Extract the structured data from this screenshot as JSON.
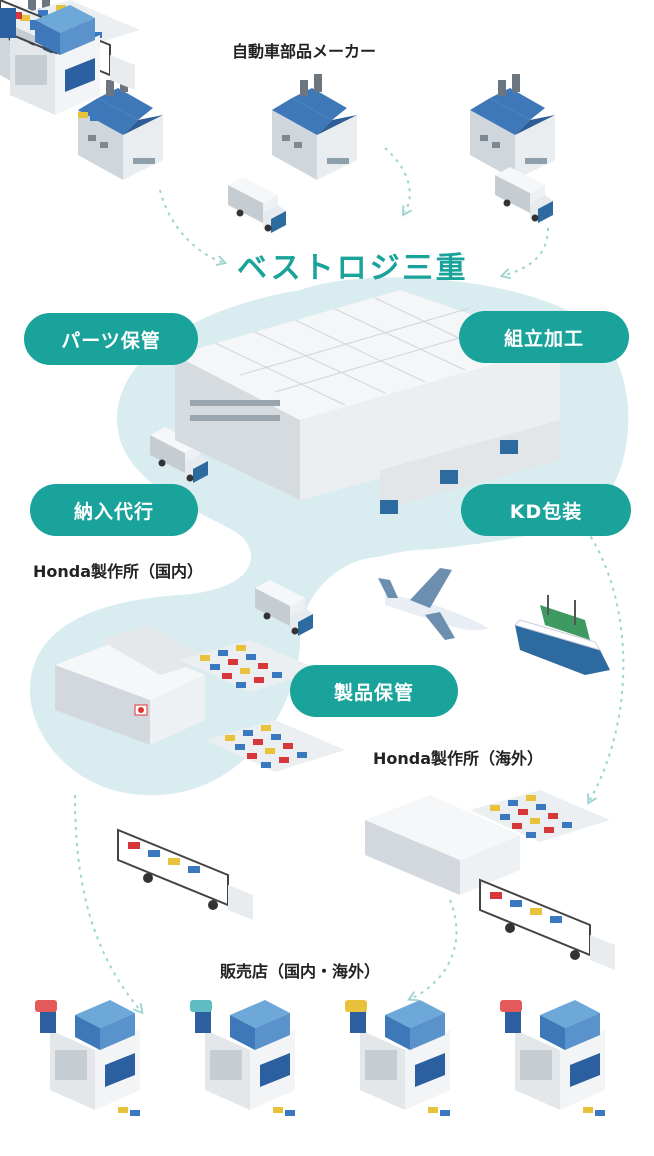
{
  "labels": {
    "suppliers": "自動車部品メーカー",
    "brand": "ベストロジ三重",
    "honda_domestic": "Honda製作所（国内）",
    "honda_overseas": "Honda製作所（海外）",
    "dealers": "販売店（国内・海外）"
  },
  "services": {
    "parts_storage": "パーツ保管",
    "assembly": "組立加工",
    "delivery_agency": "納入代行",
    "kd_packaging": "KD包装",
    "product_storage": "製品保管"
  },
  "colors": {
    "accent": "#1aa39a",
    "zone": "#d9ecef",
    "arrow": "#9fd3d1"
  }
}
